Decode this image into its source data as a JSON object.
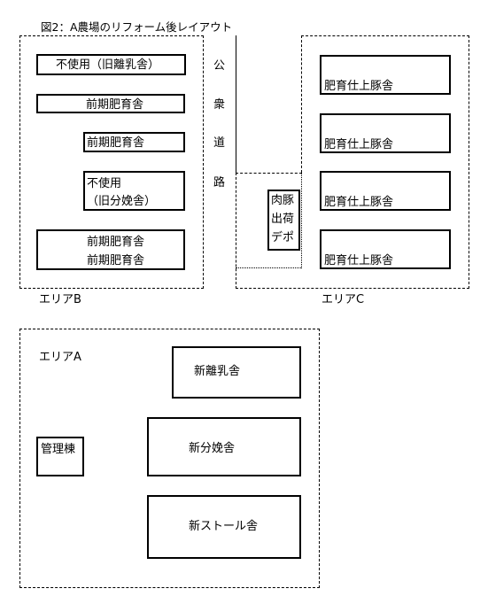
{
  "title": "図2：A農場のリフォーム後レイアウト",
  "road": {
    "chars": [
      "公",
      "衆",
      "道",
      "路"
    ]
  },
  "area_b": {
    "label": "エリアB",
    "buildings": [
      {
        "name": "bldg-b-unused-weaning",
        "lines": [
          "不使用（旧離乳舎）"
        ]
      },
      {
        "name": "bldg-b-early-fattening-1",
        "lines": [
          "前期肥育舎"
        ]
      },
      {
        "name": "bldg-b-early-fattening-2",
        "lines": [
          "前期肥育舎"
        ]
      },
      {
        "name": "bldg-b-unused-farrowing",
        "lines": [
          "不使用",
          "（旧分娩舎）"
        ]
      },
      {
        "name": "bldg-b-early-fattening-3",
        "lines": [
          "前期肥育舎",
          "前期肥育舎"
        ]
      }
    ]
  },
  "area_c": {
    "label": "エリアC",
    "depot": [
      "肉豚",
      "出荷",
      "デポ"
    ],
    "buildings": [
      {
        "name": "bldg-c-finishing-1",
        "lines": [
          "肥育仕上豚舎"
        ]
      },
      {
        "name": "bldg-c-finishing-2",
        "lines": [
          "肥育仕上豚舎"
        ]
      },
      {
        "name": "bldg-c-finishing-3",
        "lines": [
          "肥育仕上豚舎"
        ]
      },
      {
        "name": "bldg-c-finishing-4",
        "lines": [
          "肥育仕上豚舎"
        ]
      }
    ]
  },
  "area_a": {
    "label": "エリアA",
    "management": "管理棟",
    "buildings": [
      {
        "name": "bldg-a-new-weaning",
        "lines": [
          "新離乳舎"
        ]
      },
      {
        "name": "bldg-a-new-farrowing",
        "lines": [
          "新分娩舎"
        ]
      },
      {
        "name": "bldg-a-new-stall",
        "lines": [
          "新ストール舎"
        ]
      }
    ]
  }
}
